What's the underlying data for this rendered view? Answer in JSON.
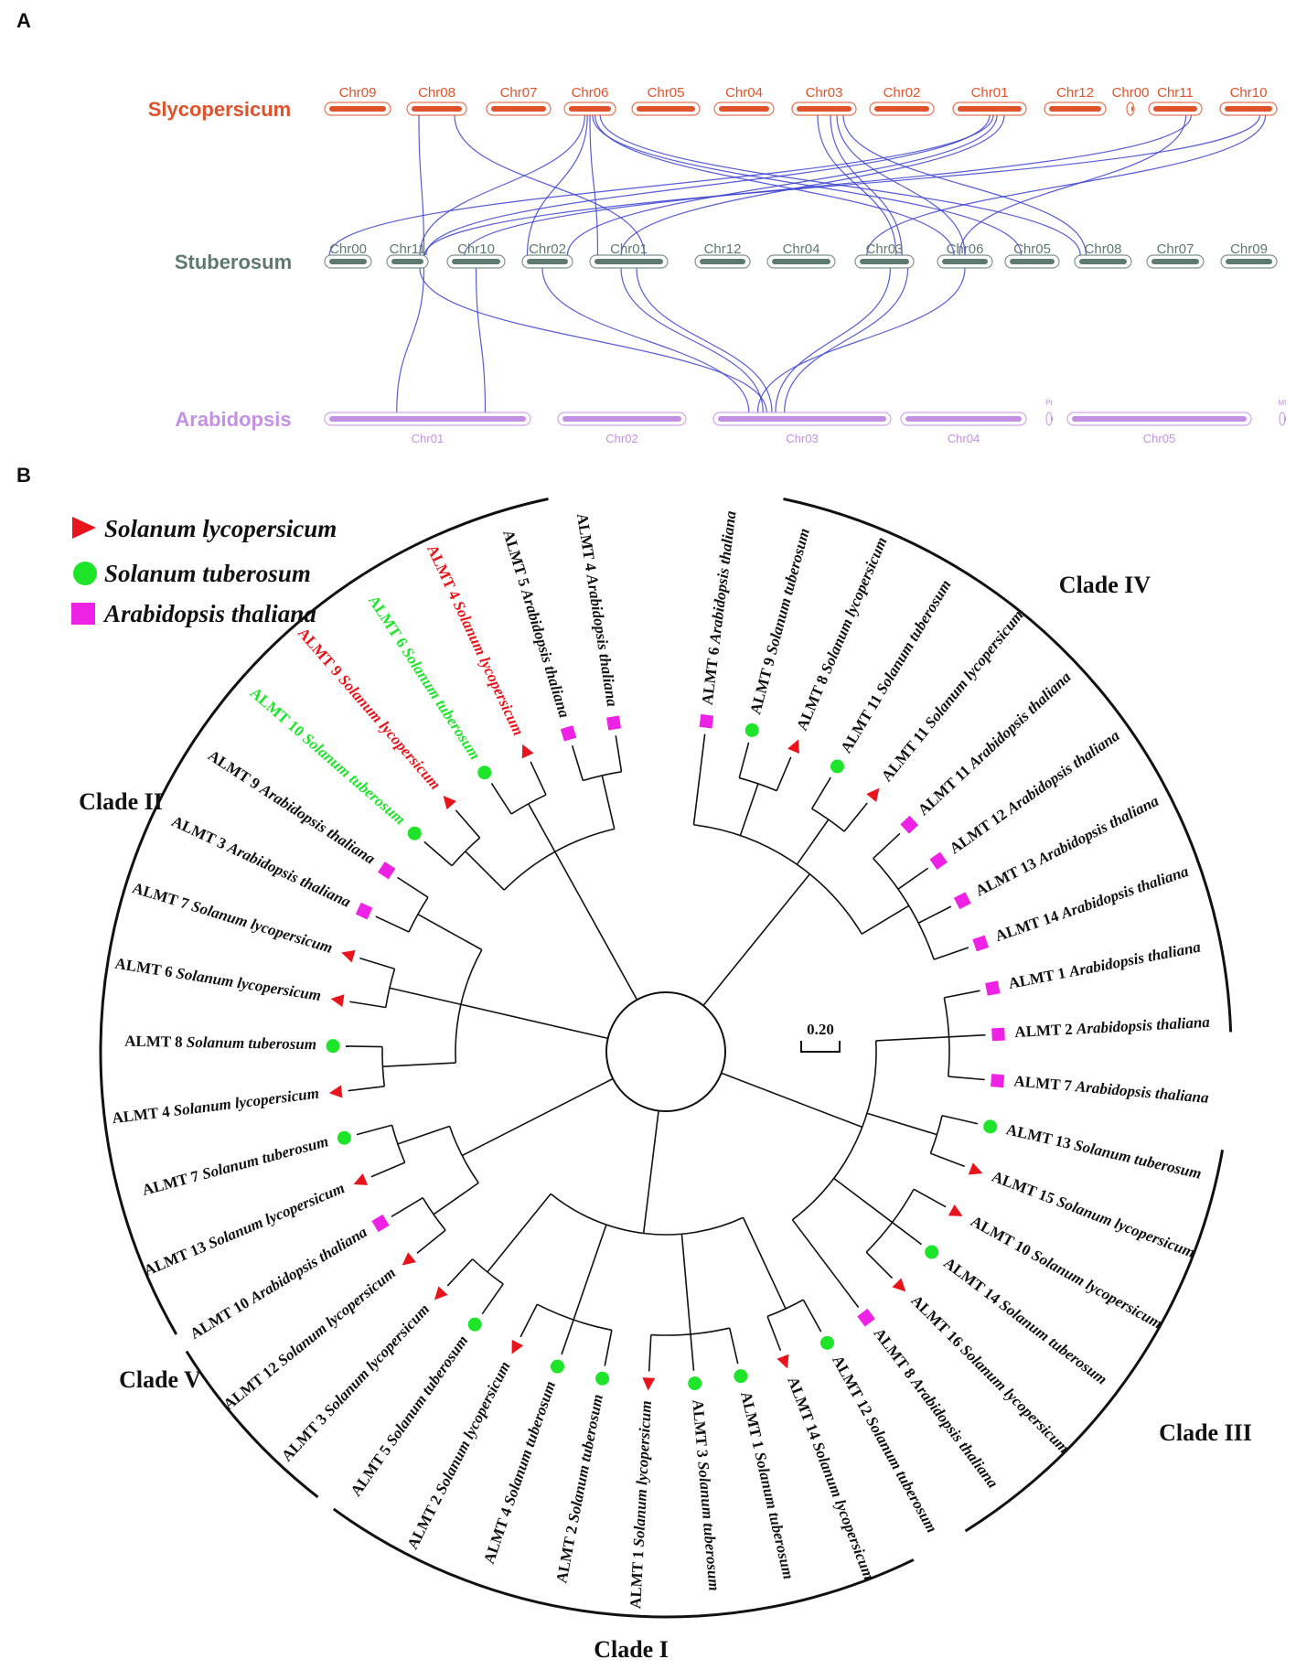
{
  "panel_a": {
    "label": "A",
    "tracks": [
      {
        "name": "Slycopersicum",
        "color": "#e0522b",
        "chromosomes": [
          "Chr09",
          "Chr08",
          "Chr07",
          "Chr06",
          "Chr05",
          "Chr04",
          "Chr03",
          "Chr02",
          "Chr01",
          "Chr12",
          "Chr00",
          "Chr11",
          "Chr10"
        ]
      },
      {
        "name": "Stuberosum",
        "color": "#5e7a70",
        "chromosomes": [
          "Chr00",
          "Chr11",
          "Chr10",
          "Chr02",
          "Chr01",
          "Chr12",
          "Chr04",
          "Chr03",
          "Chr06",
          "Chr05",
          "Chr08",
          "Chr07",
          "Chr09"
        ]
      },
      {
        "name": "Arabidopsis",
        "color": "#c490e4",
        "chromosomes": [
          "Chr01",
          "Chr02",
          "Chr03",
          "Chr04",
          "Pt",
          "Chr05",
          "Mt"
        ]
      }
    ],
    "link_color": "#3a3fd0"
  },
  "panel_b": {
    "label": "B",
    "legend": [
      {
        "shape": "triangle",
        "color": "#e8141b",
        "label": "Solanum lycopersicum"
      },
      {
        "shape": "circle",
        "color": "#1ee52a",
        "label": "Solanum tuberosum"
      },
      {
        "shape": "square",
        "color": "#ee22e4",
        "label": "Arabidopsis thaliana"
      }
    ],
    "scale_bar": "0.20",
    "clades": [
      "Clade I",
      "Clade II",
      "Clade III",
      "Clade IV",
      "Clade V"
    ],
    "leaves": [
      {
        "gene": "ALMT 6",
        "species": "Arabidopsis thaliana"
      },
      {
        "gene": "ALMT 9",
        "species": "Solanum tuberosum"
      },
      {
        "gene": "ALMT 8",
        "species": "Solanum lycopersicum"
      },
      {
        "gene": "ALMT 11",
        "species": "Solanum tuberosum"
      },
      {
        "gene": "ALMT 11",
        "species": "Solanum lycopersicum"
      },
      {
        "gene": "ALMT 11",
        "species": "Arabidopsis thaliana"
      },
      {
        "gene": "ALMT 12",
        "species": "Arabidopsis thaliana"
      },
      {
        "gene": "ALMT 13",
        "species": "Arabidopsis thaliana"
      },
      {
        "gene": "ALMT 14",
        "species": "Arabidopsis thaliana"
      },
      {
        "gene": "ALMT 1",
        "species": "Arabidopsis thaliana"
      },
      {
        "gene": "ALMT 2",
        "species": "Arabidopsis thaliana"
      },
      {
        "gene": "ALMT 7",
        "species": "Arabidopsis thaliana"
      },
      {
        "gene": "ALMT 13",
        "species": "Solanum tuberosum"
      },
      {
        "gene": "ALMT 15",
        "species": "Solanum lycopersicum"
      },
      {
        "gene": "ALMT 10",
        "species": "Solanum lycopersicum"
      },
      {
        "gene": "ALMT 14",
        "species": "Solanum tuberosum"
      },
      {
        "gene": "ALMT 16",
        "species": "Solanum lycopersicum"
      },
      {
        "gene": "ALMT 8",
        "species": "Arabidopsis thaliana"
      },
      {
        "gene": "ALMT 12",
        "species": "Solanum tuberosum"
      },
      {
        "gene": "ALMT 14",
        "species": "Solanum lycopersicum"
      },
      {
        "gene": "ALMT 1",
        "species": "Solanum tuberosum"
      },
      {
        "gene": "ALMT 3",
        "species": "Solanum tuberosum"
      },
      {
        "gene": "ALMT 1",
        "species": "Solanum lycopersicum"
      },
      {
        "gene": "ALMT 2",
        "species": "Solanum tuberosum"
      },
      {
        "gene": "ALMT 4",
        "species": "Solanum tuberosum"
      },
      {
        "gene": "ALMT 2",
        "species": "Solanum lycopersicum"
      },
      {
        "gene": "ALMT 5",
        "species": "Solanum tuberosum"
      },
      {
        "gene": "ALMT 3",
        "species": "Solanum lycopersicum"
      },
      {
        "gene": "ALMT 12",
        "species": "Solanum lycopersicum"
      },
      {
        "gene": "ALMT 10",
        "species": "Arabidopsis thaliana"
      },
      {
        "gene": "ALMT 13",
        "species": "Solanum lycopersicum"
      },
      {
        "gene": "ALMT 7",
        "species": "Solanum tuberosum"
      },
      {
        "gene": "ALMT 4",
        "species": "Solanum lycopersicum"
      },
      {
        "gene": "ALMT 8",
        "species": "Solanum tuberosum"
      },
      {
        "gene": "ALMT 6",
        "species": "Solanum lycopersicum"
      },
      {
        "gene": "ALMT 7",
        "species": "Solanum lycopersicum"
      },
      {
        "gene": "ALMT 3",
        "species": "Arabidopsis thaliana"
      },
      {
        "gene": "ALMT 9",
        "species": "Arabidopsis thaliana"
      },
      {
        "gene": "ALMT 10",
        "species": "Solanum tuberosum",
        "text_color": "#1ee52a"
      },
      {
        "gene": "ALMT 9",
        "species": "Solanum lycopersicum",
        "text_color": "#e8141b"
      },
      {
        "gene": "ALMT 6",
        "species": "Solanum tuberosum",
        "text_color": "#1ee52a"
      },
      {
        "gene": "ALMT 4",
        "species": "Solanum lycopersicum",
        "text_color": "#e8141b"
      },
      {
        "gene": "ALMT 5",
        "species": "Arabidopsis thaliana"
      },
      {
        "gene": "ALMT 4",
        "species": "Arabidopsis thaliana"
      }
    ]
  }
}
